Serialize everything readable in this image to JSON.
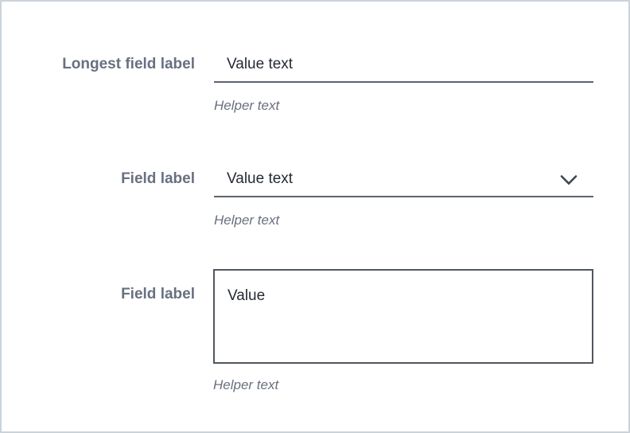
{
  "colors": {
    "canvas_border": "#ccd3da",
    "label_text": "#687080",
    "value_text": "#262b33",
    "underline": "#5d646f",
    "helper_text": "#69707f",
    "chevron": "#3e4653",
    "textarea_border": "#51575f",
    "background": "#ffffff"
  },
  "fields": [
    {
      "type": "text-input",
      "label": "Longest field label",
      "value": "Value text",
      "helper": "Helper text"
    },
    {
      "type": "select",
      "label": "Field label",
      "value": "Value text",
      "helper": "Helper text",
      "icon": "chevron-down-icon"
    },
    {
      "type": "textarea",
      "label": "Field label",
      "value": "Value",
      "helper": "Helper text"
    }
  ]
}
